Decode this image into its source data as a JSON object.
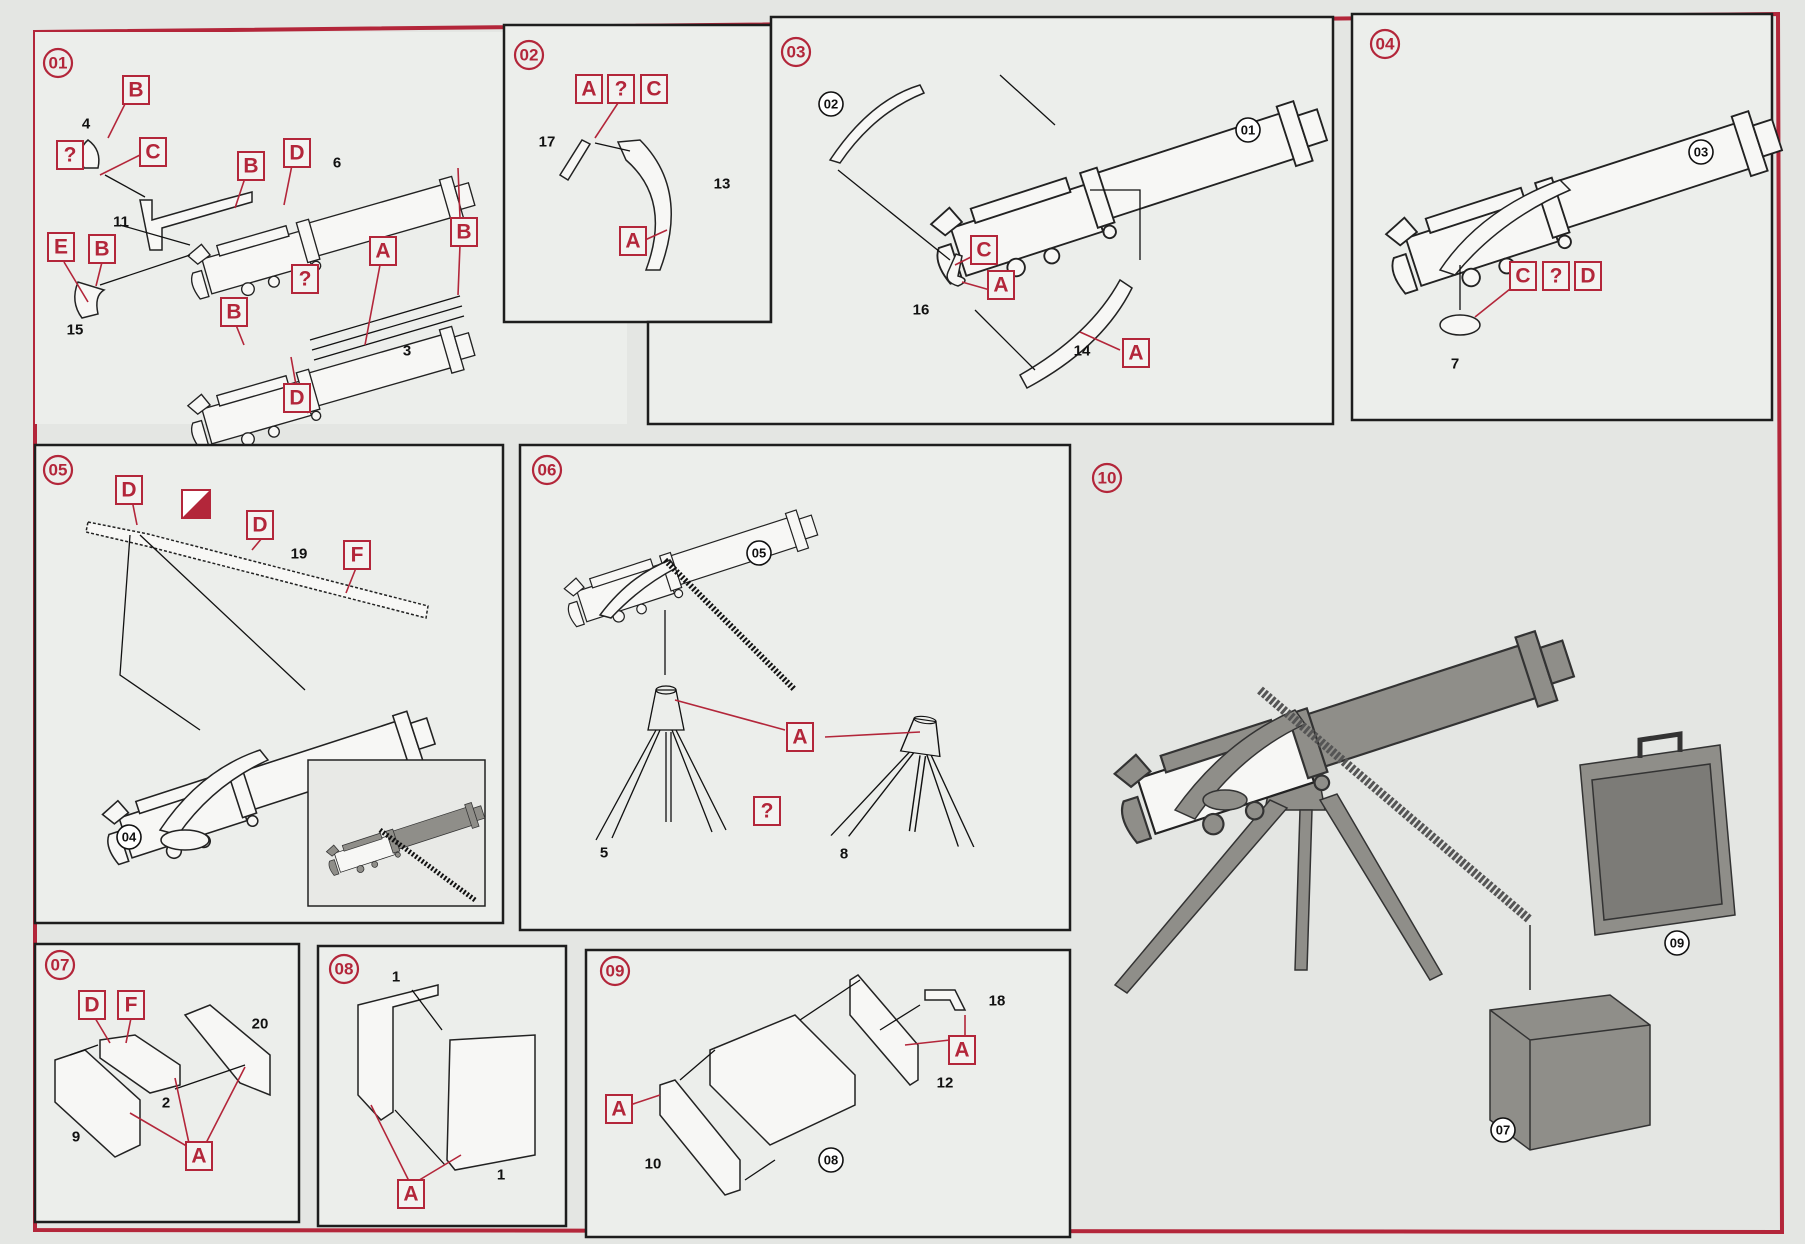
{
  "colors": {
    "accent": "#b3263a",
    "paper": "#eceeeb",
    "assembled_grey": "#8f8e89"
  },
  "steps": {
    "s01": {
      "num": "01",
      "callouts": [
        "B",
        "?",
        "C",
        "B",
        "D",
        "E",
        "B",
        "A",
        "B",
        "?",
        "B",
        "D"
      ],
      "parts": [
        "4",
        "6",
        "11",
        "15",
        "3"
      ]
    },
    "s02": {
      "num": "02",
      "callouts": [
        "A",
        "?",
        "C",
        "A"
      ],
      "parts": [
        "17",
        "13"
      ]
    },
    "s03": {
      "num": "03",
      "refs": [
        "02",
        "01"
      ],
      "callouts": [
        "C",
        "A",
        "A"
      ],
      "parts": [
        "16",
        "14"
      ]
    },
    "s04": {
      "num": "04",
      "refs": [
        "03"
      ],
      "callouts": [
        "C",
        "?",
        "D"
      ],
      "parts": [
        "7"
      ]
    },
    "s05": {
      "num": "05",
      "refs": [
        "04"
      ],
      "callouts": [
        "D",
        "D",
        "F"
      ],
      "parts": [
        "19"
      ],
      "icons": [
        "paint-icon"
      ]
    },
    "s06": {
      "num": "06",
      "refs": [
        "05"
      ],
      "callouts": [
        "A",
        "?"
      ],
      "parts": [
        "5",
        "8"
      ]
    },
    "s07": {
      "num": "07",
      "callouts": [
        "D",
        "F",
        "A"
      ],
      "parts": [
        "20",
        "2",
        "9"
      ]
    },
    "s08": {
      "num": "08",
      "callouts": [
        "A"
      ],
      "parts": [
        "1",
        "1"
      ]
    },
    "s09": {
      "num": "09",
      "refs": [
        "08"
      ],
      "callouts": [
        "A",
        "A"
      ],
      "parts": [
        "18",
        "12",
        "10"
      ]
    },
    "s10": {
      "num": "10",
      "refs": [
        "09",
        "07"
      ]
    }
  }
}
